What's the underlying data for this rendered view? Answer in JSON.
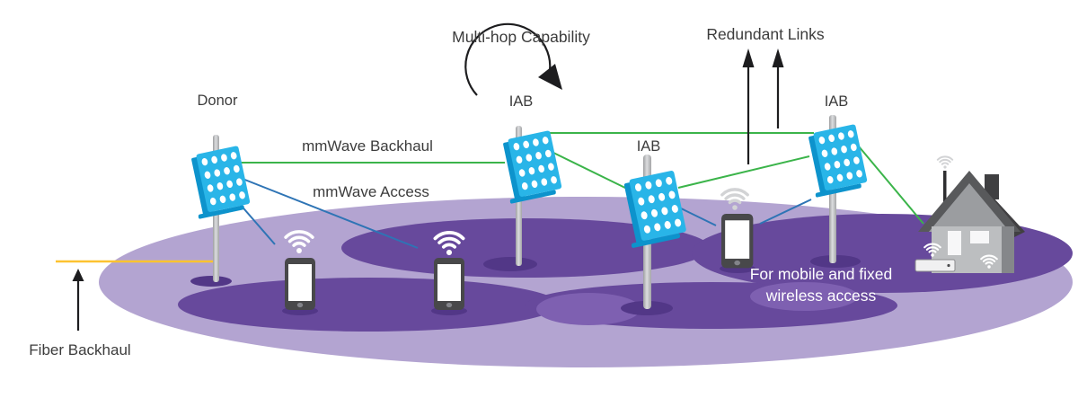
{
  "diagram": {
    "labels": {
      "donor": "Donor",
      "multi_hop": "Multi-hop Capability",
      "redundant_links": "Redundant Links",
      "iab_node_2": "IAB",
      "iab_node_3": "IAB",
      "iab_node_4": "IAB",
      "mmwave_backhaul": "mmWave Backhaul",
      "mmwave_access": "mmWave Access",
      "fiber_backhaul": "Fiber Backhaul",
      "house_note_line1": "For mobile and fixed",
      "house_note_line2": "wireless access"
    },
    "colors": {
      "backhaul_link": "#3bb44a",
      "access_link": "#2e74b5",
      "fiber_link": "#fdc330",
      "coverage_light": "#b3a4d1",
      "coverage_dark": "#67499c",
      "coverage_overlap": "#7e60b1",
      "base_shadow": "#523787",
      "panel_cyan": "#29b5e8",
      "panel_edge": "#0d93cc",
      "pole_gray": "#c0c1c3",
      "arrow_black": "#1d1d1f",
      "label_text": "#3c3c3c",
      "note_text": "#ffffff",
      "wifi_white": "#ffffff",
      "wifi_gray": "#d2d3d5"
    }
  }
}
